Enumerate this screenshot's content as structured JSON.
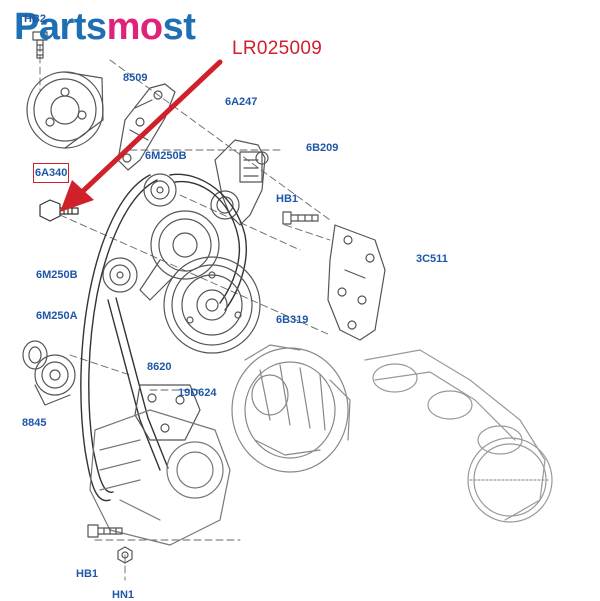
{
  "brand": {
    "part1": "Parts",
    "part2": "mo",
    "part3": "st"
  },
  "part_number": "LR025009",
  "highlight_color": "#d0202a",
  "label_color": "#1f57a8",
  "labels": {
    "hb2": "HB2",
    "p8509": "8509",
    "p6a247": "6A247",
    "p6m250b_top": "6M250B",
    "p6b209": "6B209",
    "p6a340": "6A340",
    "hb1_top": "HB1",
    "p3c511": "3C511",
    "p6m250b_mid": "6M250B",
    "p6b319": "6B319",
    "p6m250a": "6M250A",
    "p8620": "8620",
    "p19d624": "19D624",
    "p8845": "8845",
    "hb1_bottom": "HB1",
    "hn1": "HN1"
  }
}
